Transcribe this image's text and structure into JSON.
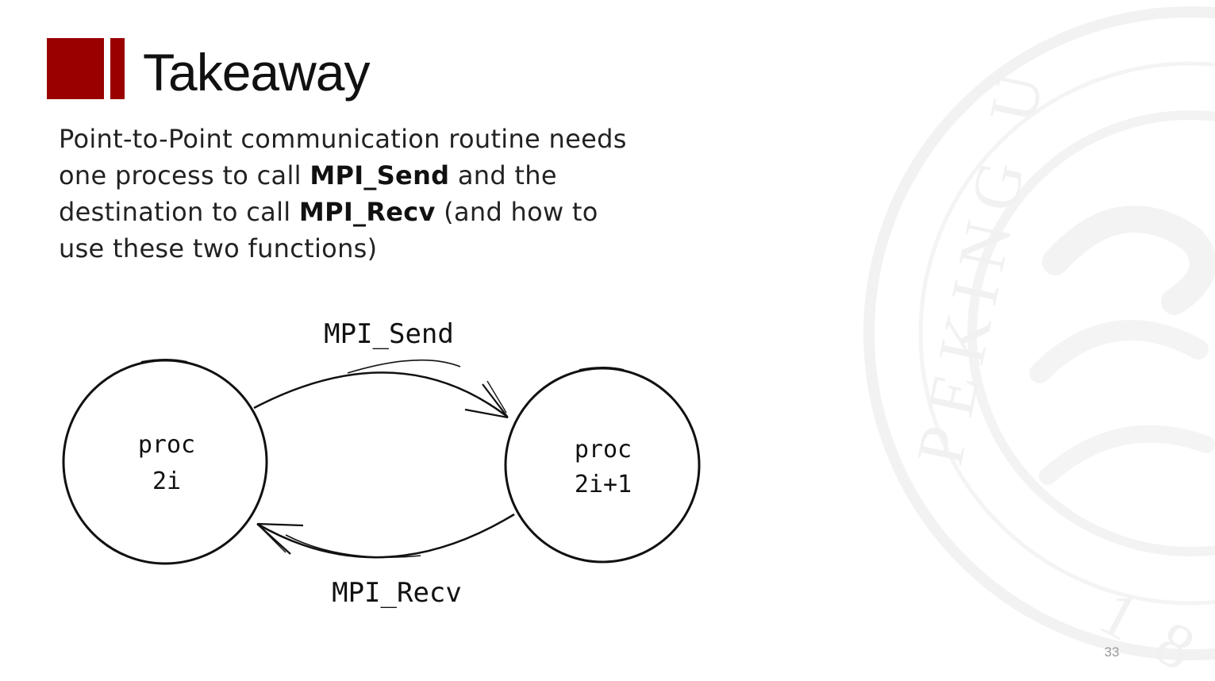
{
  "slide": {
    "title": "Takeaway",
    "body": {
      "part1": "Point-to-Point communication routine needs one process to call ",
      "send_fn": "MPI_Send",
      "part2": " and the destination to call ",
      "recv_fn": "MPI_Recv",
      "part3": " (and how to use these two functions)"
    },
    "page_number": "33"
  },
  "diagram": {
    "node_left": {
      "line1": "proc",
      "line2": "2i"
    },
    "node_right": {
      "line1": "proc",
      "line2": "2i+1"
    },
    "arrow_top_label": "MPI_Send",
    "arrow_bottom_label": "MPI_Recv"
  },
  "watermark": {
    "seal_text": "PEKING U",
    "seal_digits": "18"
  },
  "colors": {
    "accent": "#990000",
    "text": "#222222",
    "page_number": "#999999"
  }
}
